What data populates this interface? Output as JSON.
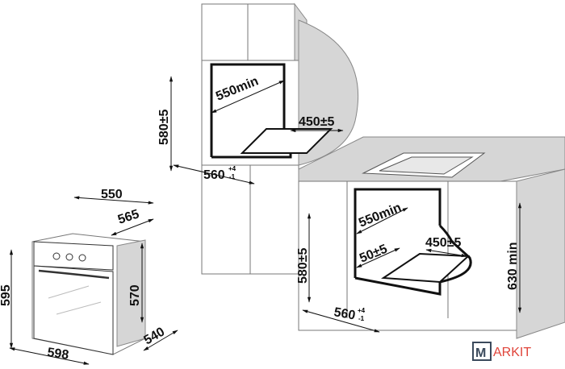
{
  "oven": {
    "depth_top": "550",
    "depth_side": "565",
    "height_total": "595",
    "height_body": "570",
    "width": "598",
    "depth_body": "540"
  },
  "upper_installation": {
    "depth_min": "550min",
    "height": "580±5",
    "vent_depth": "450±5",
    "width": "560",
    "width_tol_plus": "+4",
    "width_tol_minus": "-1"
  },
  "lower_installation": {
    "depth_min": "550min",
    "height": "580±5",
    "vent_gap": "50±5",
    "vent_depth": "450±5",
    "width": "560",
    "width_tol_plus": "+4",
    "width_tol_minus": "-1",
    "cabinet_height": "630 min"
  },
  "watermark": {
    "boxed_letter": "M",
    "rest": "ARKIT"
  },
  "colors": {
    "watermark_box": "#3b4a5c",
    "watermark_text": "#e0443a"
  }
}
